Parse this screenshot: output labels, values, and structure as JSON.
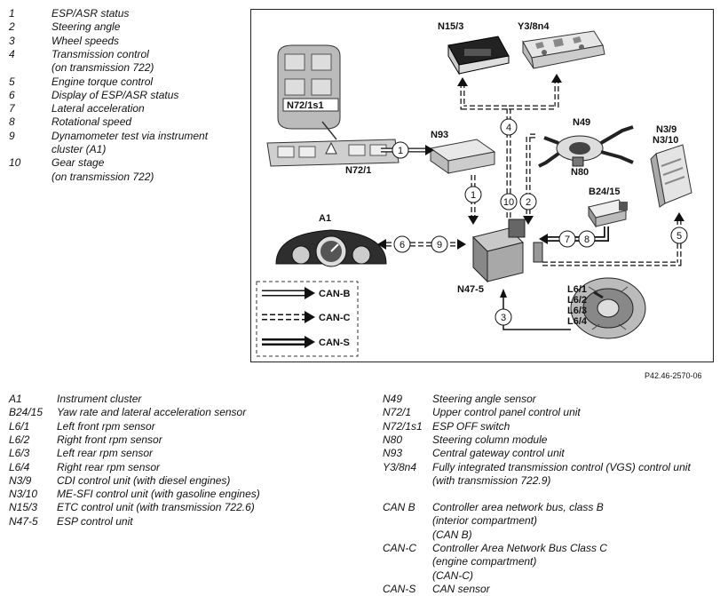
{
  "top_legend": [
    {
      "num": "1",
      "lines": [
        "ESP/ASR status"
      ]
    },
    {
      "num": "2",
      "lines": [
        "Steering angle"
      ]
    },
    {
      "num": "3",
      "lines": [
        "Wheel speeds"
      ]
    },
    {
      "num": "4",
      "lines": [
        "Transmission control",
        "(on transmission 722)"
      ]
    },
    {
      "num": "5",
      "lines": [
        "Engine torque control"
      ]
    },
    {
      "num": "6",
      "lines": [
        "Display of ESP/ASR status"
      ]
    },
    {
      "num": "7",
      "lines": [
        "Lateral acceleration"
      ]
    },
    {
      "num": "8",
      "lines": [
        "Rotational speed"
      ]
    },
    {
      "num": "9",
      "lines": [
        "Dynamometer test via instrument",
        "cluster (A1)"
      ]
    },
    {
      "num": "10",
      "lines": [
        "Gear stage",
        "(on transmission 722)"
      ]
    }
  ],
  "diagram": {
    "labels": {
      "n15_3": "N15/3",
      "y3_8n4": "Y3/8n4",
      "n93": "N93",
      "n49": "N49",
      "n80": "N80",
      "n3_9": "N3/9",
      "n3_10": "N3/10",
      "b24_15": "B24/15",
      "a1": "A1",
      "n47_5": "N47-5",
      "n72_1": "N72/1",
      "n72_1s1": "N72/1s1",
      "l6_1": "L6/1",
      "l6_2": "L6/2",
      "l6_3": "L6/3",
      "l6_4": "L6/4"
    },
    "circles": {
      "c1a": "1",
      "c1b": "1",
      "c2": "2",
      "c3": "3",
      "c4": "4",
      "c5": "5",
      "c6": "6",
      "c7": "7",
      "c8": "8",
      "c9": "9",
      "c10": "10"
    },
    "key": {
      "can_b": "CAN-B",
      "can_c": "CAN-C",
      "can_s": "CAN-S"
    }
  },
  "ref_code": "P42.46-2570-06",
  "bottom_legend_left": [
    {
      "code": "A1",
      "text": "Instrument cluster"
    },
    {
      "code": "B24/15",
      "text": "Yaw rate and lateral acceleration sensor"
    },
    {
      "code": "L6/1",
      "text": "Left front rpm sensor"
    },
    {
      "code": "L6/2",
      "text": "Right front rpm sensor"
    },
    {
      "code": "L6/3",
      "text": "Left rear rpm sensor"
    },
    {
      "code": "L6/4",
      "text": "Right rear rpm sensor"
    },
    {
      "code": "N3/9",
      "text": "CDI control unit (with diesel engines)"
    },
    {
      "code": "N3/10",
      "text": "ME-SFI control unit (with gasoline engines)"
    },
    {
      "code": "N15/3",
      "text": "ETC control unit (with transmission 722.6)"
    },
    {
      "code": "N47-5",
      "text": "ESP control unit"
    }
  ],
  "bottom_legend_right": [
    {
      "code": "N49",
      "lines": [
        "Steering angle sensor"
      ]
    },
    {
      "code": "N72/1",
      "lines": [
        "Upper control panel control unit"
      ]
    },
    {
      "code": "N72/1s1",
      "lines": [
        "ESP OFF switch"
      ]
    },
    {
      "code": "N80",
      "lines": [
        "Steering column module"
      ]
    },
    {
      "code": "N93",
      "lines": [
        "Central gateway control unit"
      ]
    },
    {
      "code": "Y3/8n4",
      "lines": [
        "Fully integrated transmission control (VGS) control unit",
        "(with transmission 722.9)"
      ]
    },
    {
      "code": "CAN B",
      "lines": [
        "Controller area network bus, class B",
        "(interior compartment)",
        "(CAN B)"
      ]
    },
    {
      "code": "CAN-C",
      "lines": [
        "Controller Area Network Bus Class C",
        "(engine compartment)",
        "(CAN-C)"
      ]
    },
    {
      "code": "CAN-S",
      "lines": [
        "CAN sensor"
      ]
    }
  ]
}
